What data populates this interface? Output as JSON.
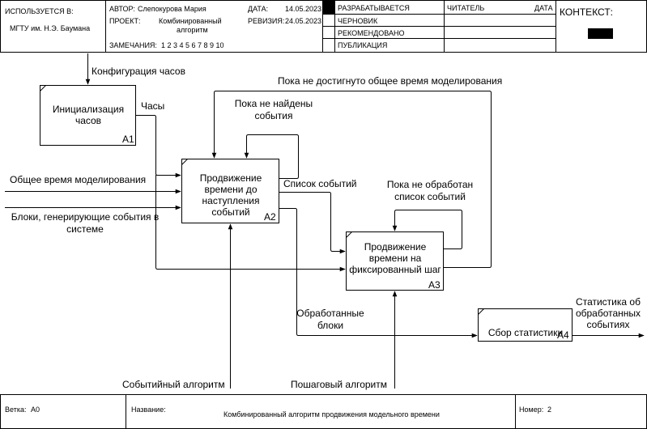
{
  "header": {
    "used_in_label": "ИСПОЛЬЗУЕТСЯ В:",
    "used_in_value": "МГТУ им. Н.Э. Баумана",
    "author_label": "АВТОР:",
    "author_value": "Слепокурова Мария",
    "project_label": "ПРОЕКТ:",
    "project_value_line1": "Комбинированный",
    "project_value_line2": "алгоритм",
    "notes_label": "ЗАМЕЧАНИЯ:",
    "notes_numbers": "1  2  3  4  5  6  7  8  9  10",
    "date_label": "ДАТА:",
    "date_value": "14.05.2023",
    "revision_label": "РЕВИЗИЯ:",
    "revision_value": "24.05.2023",
    "status": [
      "РАЗРАБАТЫВАЕТСЯ",
      "ЧЕРНОВИК",
      "РЕКОМЕНДОВАНО",
      "ПУБЛИКАЦИЯ"
    ],
    "reader_label": "ЧИТАТЕЛЬ",
    "reader_date_label": "ДАТА",
    "context_label": "КОНТЕКСТ:"
  },
  "footer": {
    "node_label": "Ветка:",
    "node_value": "А0",
    "title_label": "Название:",
    "title_value": "Комбинированный алгоритм продвижения модельного времени",
    "number_label": "Номер:",
    "number_value": "2"
  },
  "boxes": {
    "a1": {
      "title_line1": "Инициализация",
      "title_line2": "часов",
      "id": "A1"
    },
    "a2": {
      "title_line1": "Продвижение",
      "title_line2": "времени до",
      "title_line3": "наступления событий",
      "id": "A2"
    },
    "a3": {
      "title_line1": "Продвижение",
      "title_line2": "времени на",
      "title_line3": "фиксированный шаг",
      "id": "A3"
    },
    "a4": {
      "title_line1": "Сбор статистики",
      "id": "A4"
    }
  },
  "arrows": {
    "clock_config": "Конфигурация часов",
    "clock": "Часы",
    "total_time": "Общее время моделирования",
    "blocks_line1": "Блоки, генерирующие события в",
    "blocks_line2": "системе",
    "until_total_time": "Пока не достигнуто общее время моделирования",
    "until_events_line1": "Пока не найдены",
    "until_events_line2": "события",
    "event_list": "Список событий",
    "until_processed_line1": "Пока не обработан",
    "until_processed_line2": "список событий",
    "processed_line1": "Обработанные",
    "processed_line2": "блоки",
    "stats_line1": "Статистика об",
    "stats_line2": "обработанных",
    "stats_line3": "событиях",
    "event_algorithm": "Событийный алгоритм",
    "step_algorithm": "Пошаговый алгоритм"
  }
}
